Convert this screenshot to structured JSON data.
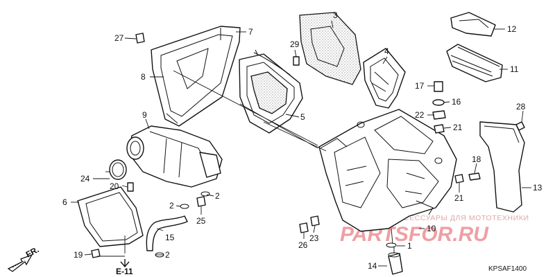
{
  "part_numbers": {
    "p1": "1",
    "p2a": "2",
    "p2b": "2",
    "p2c": "2",
    "p3": "3",
    "p4": "4",
    "p5": "5",
    "p6": "6",
    "p7": "7",
    "p8": "8",
    "p9": "9",
    "p10": "10",
    "p11": "11",
    "p12": "12",
    "p13": "13",
    "p14": "14",
    "p15": "15",
    "p16": "16",
    "p17": "17",
    "p18": "18",
    "p19": "19",
    "p20": "20",
    "p21a": "21",
    "p21b": "21",
    "p22": "22",
    "p23": "23",
    "p24": "24",
    "p25": "25",
    "p26": "26",
    "p27": "27",
    "p28": "28",
    "p29": "29"
  },
  "direction_label": "FR.",
  "reference_label": "E-11",
  "diagram_code": "KPSAF1400",
  "watermark": {
    "text": "ЗАПЧАСТИ И АКСЕССУАРЫ ДЛЯ МОТОТЕХНИКИ",
    "logo": "PARTSFOR.RU"
  }
}
